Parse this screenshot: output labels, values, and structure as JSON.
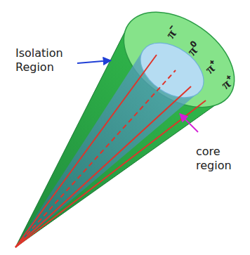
{
  "diagram": {
    "labels": [
      "π⁻",
      "π⁰",
      "π⁺",
      "π⁺",
      "Isolation Region",
      "core region"
    ]
  }
}
